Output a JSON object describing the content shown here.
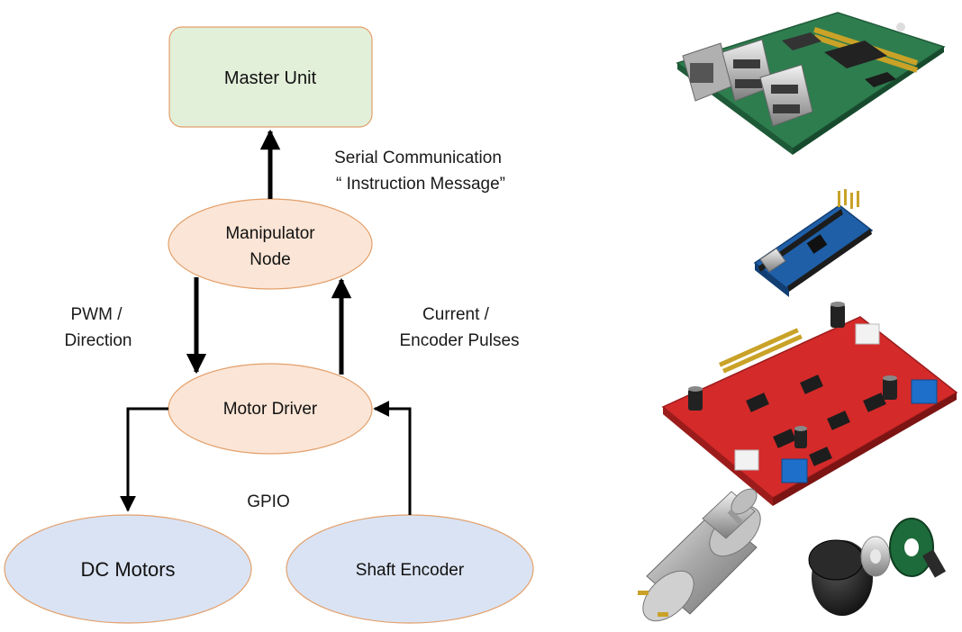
{
  "nodes": {
    "master_unit": "Master Unit",
    "manipulator_node_line1": "Manipulator",
    "manipulator_node_line2": "Node",
    "motor_driver": "Motor Driver",
    "dc_motors": "DC Motors",
    "shaft_encoder": "Shaft Encoder"
  },
  "edges": {
    "serial_line1": "Serial Communication",
    "serial_line2": "“ Instruction Message”",
    "pwm_line1": "PWM /",
    "pwm_line2": "Direction",
    "current_line1": "Current /",
    "current_line2": "Encoder Pulses",
    "gpio": "GPIO"
  },
  "colors": {
    "master_fill": "#e2efd9",
    "master_stroke": "#e3a06b",
    "orange_fill": "#fbe5d6",
    "orange_stroke": "#e3a06b",
    "blue_fill": "#dae3f3",
    "blue_stroke": "#e3a06b",
    "arrow": "#000000",
    "pcb_green": "#2e7d4f",
    "pcb_blue": "#1f5fa8",
    "pcb_red": "#d42a2a"
  },
  "photos": {
    "raspberry_pi": "raspberry-pi-board",
    "arduino_nano": "arduino-nano-board",
    "motor_driver_board": "red-motor-driver-board",
    "gear_motor": "dc-gear-motor",
    "encoder": "shaft-encoder-kit"
  }
}
